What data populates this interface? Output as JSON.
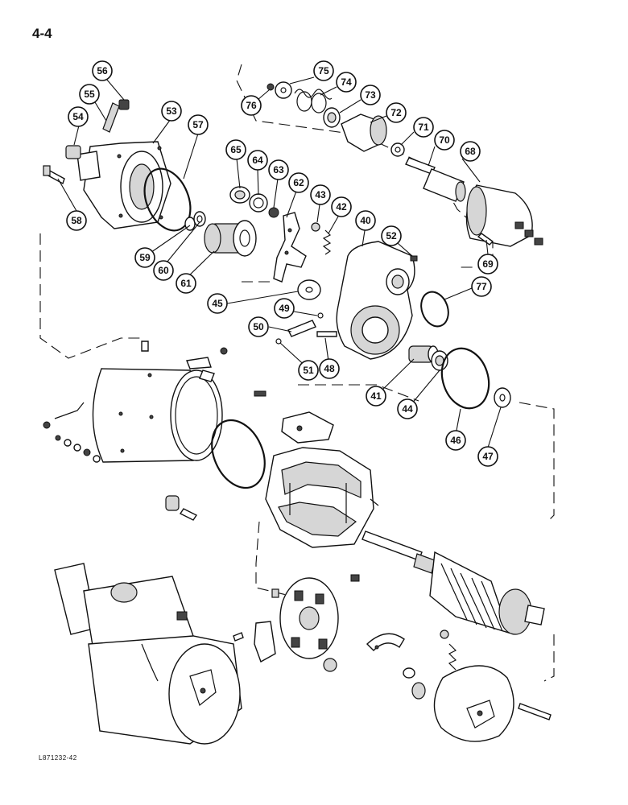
{
  "page": {
    "number": "4-4",
    "reference_code": "L871232-42"
  },
  "callouts": [
    "56",
    "55",
    "54",
    "53",
    "57",
    "58",
    "59",
    "60",
    "61",
    "65",
    "64",
    "63",
    "62",
    "43",
    "42",
    "40",
    "52",
    "45",
    "49",
    "50",
    "51",
    "48",
    "41",
    "44",
    "46",
    "47",
    "77",
    "75",
    "74",
    "73",
    "76",
    "72",
    "71",
    "70",
    "68",
    "69"
  ]
}
